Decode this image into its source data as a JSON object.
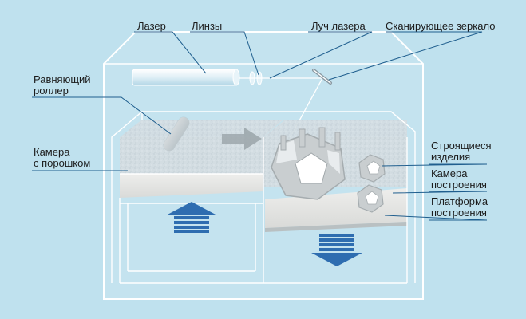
{
  "labels": {
    "laser": "Лазер",
    "lenses": "Линзы",
    "laser_beam": "Луч лазера",
    "scanning_mirror": "Сканирующее зеркало",
    "roller_line1": "Равняющий",
    "roller_line2": "роллер",
    "powder_line1": "Камера",
    "powder_line2": "с порошком",
    "parts_line1": "Строящиеся",
    "parts_line2": "изделия",
    "build_chamber_line1": "Камера",
    "build_chamber_line2": "построения",
    "platform_line1": "Платформа",
    "platform_line2": "построения"
  },
  "colors": {
    "background": "#bfe1ee",
    "leader_line": "#1f5e8e",
    "up_arrow": "#2e6db0",
    "down_arrow": "#2e6db0",
    "powder": "#d9e2e7",
    "platform": "#e6e6e4"
  }
}
